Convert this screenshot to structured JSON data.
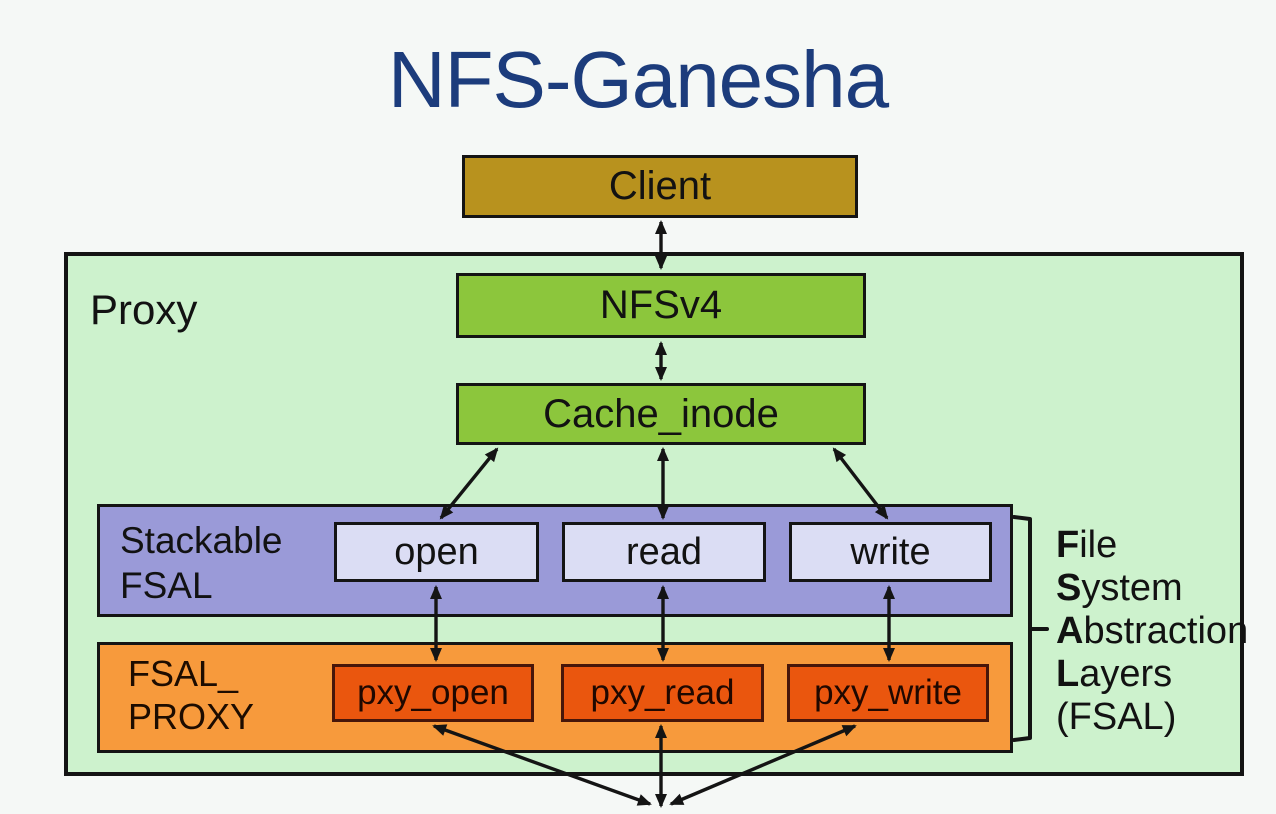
{
  "title": "NFS-Ganesha",
  "diagram": {
    "client": "Client",
    "proxy": {
      "label": "Proxy",
      "nfsv4": "NFSv4",
      "cache_inode": "Cache_inode",
      "stackable_band": {
        "label_line1": "Stackable",
        "label_line2": "FSAL",
        "ops": [
          "open",
          "read",
          "write"
        ]
      },
      "fsal_proxy_band": {
        "label_line1": "FSAL_",
        "label_line2": "PROXY",
        "ops": [
          "pxy_open",
          "pxy_read",
          "pxy_write"
        ]
      },
      "fsal_annotation": {
        "lines": [
          {
            "b": "F",
            "t": "ile"
          },
          {
            "b": "S",
            "t": "ystem"
          },
          {
            "b": "A",
            "t": "bstraction"
          },
          {
            "b": "L",
            "t": "ayers"
          },
          {
            "b": "",
            "t": "(FSAL)"
          }
        ]
      }
    }
  },
  "colors": {
    "title_text": "#1c3c7c",
    "client_fill": "#b8921e",
    "proxy_fill": "#cdf2cd",
    "nfs_green_fill": "#8cc63c",
    "stackable_fill": "#9a9ad8",
    "op_fill": "#dbddf4",
    "fsal_proxy_fill": "#f79a3c",
    "pxy_fill": "#ea560e",
    "pxy_border": "#47160a",
    "line_color": "#141414",
    "background": "#f5f8f6"
  }
}
